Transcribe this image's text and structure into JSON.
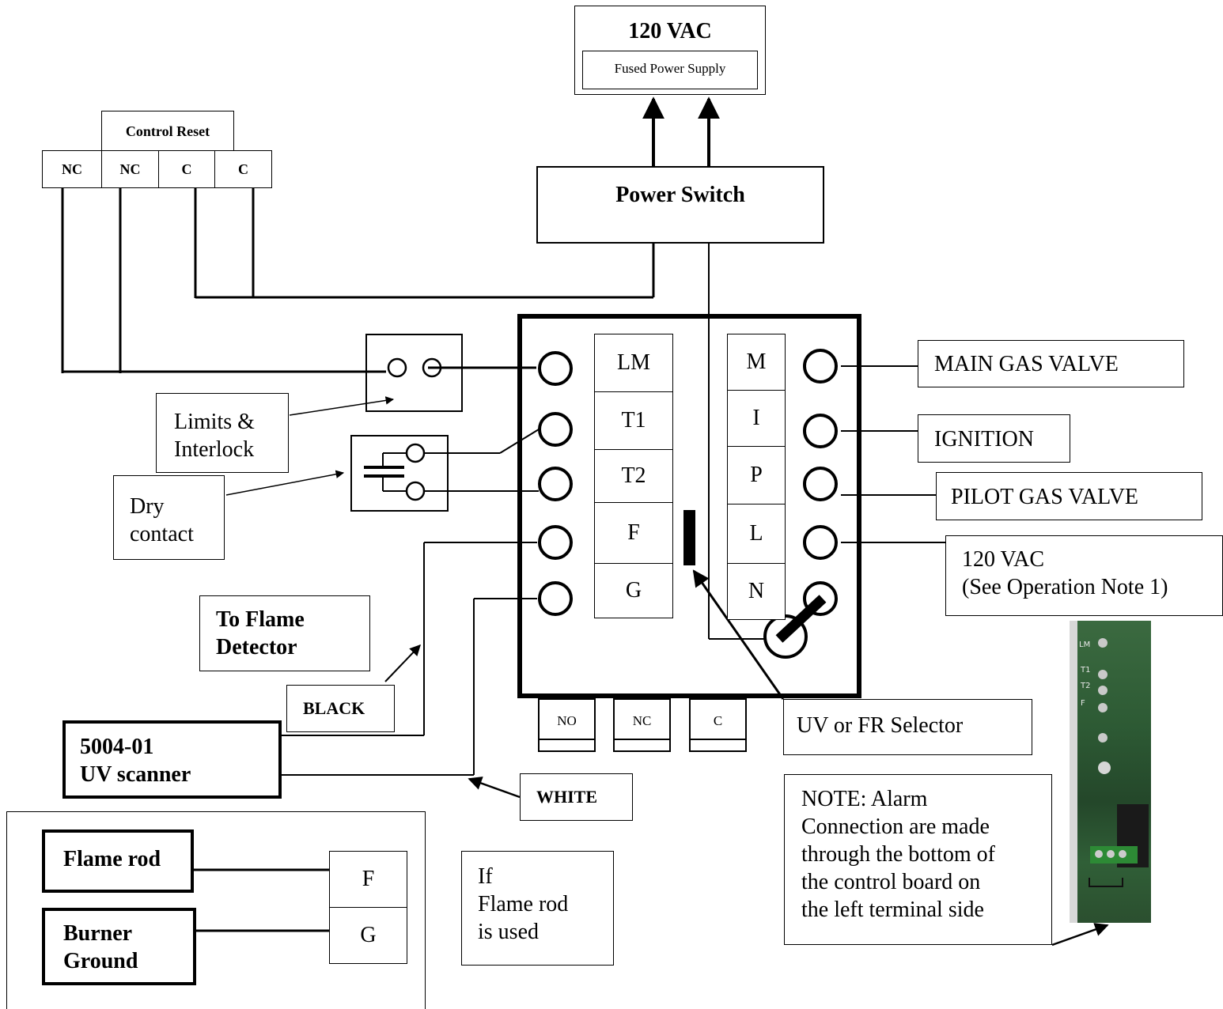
{
  "power_supply": {
    "voltage": "120 VAC",
    "label": "Fused Power Supply"
  },
  "power_switch": {
    "label": "Power Switch"
  },
  "control_reset": {
    "title": "Control Reset",
    "terminals": [
      "NC",
      "NC",
      "C",
      "C"
    ]
  },
  "board": {
    "left_terminals": [
      "LM",
      "T1",
      "T2",
      "F",
      "G"
    ],
    "right_terminals": [
      "M",
      "I",
      "P",
      "L",
      "N"
    ],
    "alarm_terminals": [
      "NO",
      "NC",
      "C"
    ]
  },
  "outputs": {
    "main_gas_valve": "MAIN GAS VALVE",
    "ignition": "IGNITION",
    "pilot_gas_valve": "PILOT GAS VALVE",
    "supply_note": "120 VAC\n(See Operation Note 1)"
  },
  "labels": {
    "limits_interlock": "Limits &\nInterlock",
    "dry_contact": "Dry\ncontact",
    "to_flame_detector": "To Flame\nDetector",
    "black": "BLACK",
    "white": "WHITE",
    "uv_scanner": "5004-01\n UV scanner",
    "selector": "UV or FR Selector",
    "note": "NOTE: Alarm\nConnection are made\nthrough the bottom of\nthe control board on\nthe left terminal side"
  },
  "flame_rod_inset": {
    "flame_rod": "Flame rod",
    "burner_ground": "Burner\nGround",
    "terminals": [
      "F",
      "G"
    ],
    "condition": "If\nFlame rod\nis used"
  },
  "photo": {
    "pins": [
      "LM",
      "T1",
      "T2",
      "F"
    ]
  }
}
